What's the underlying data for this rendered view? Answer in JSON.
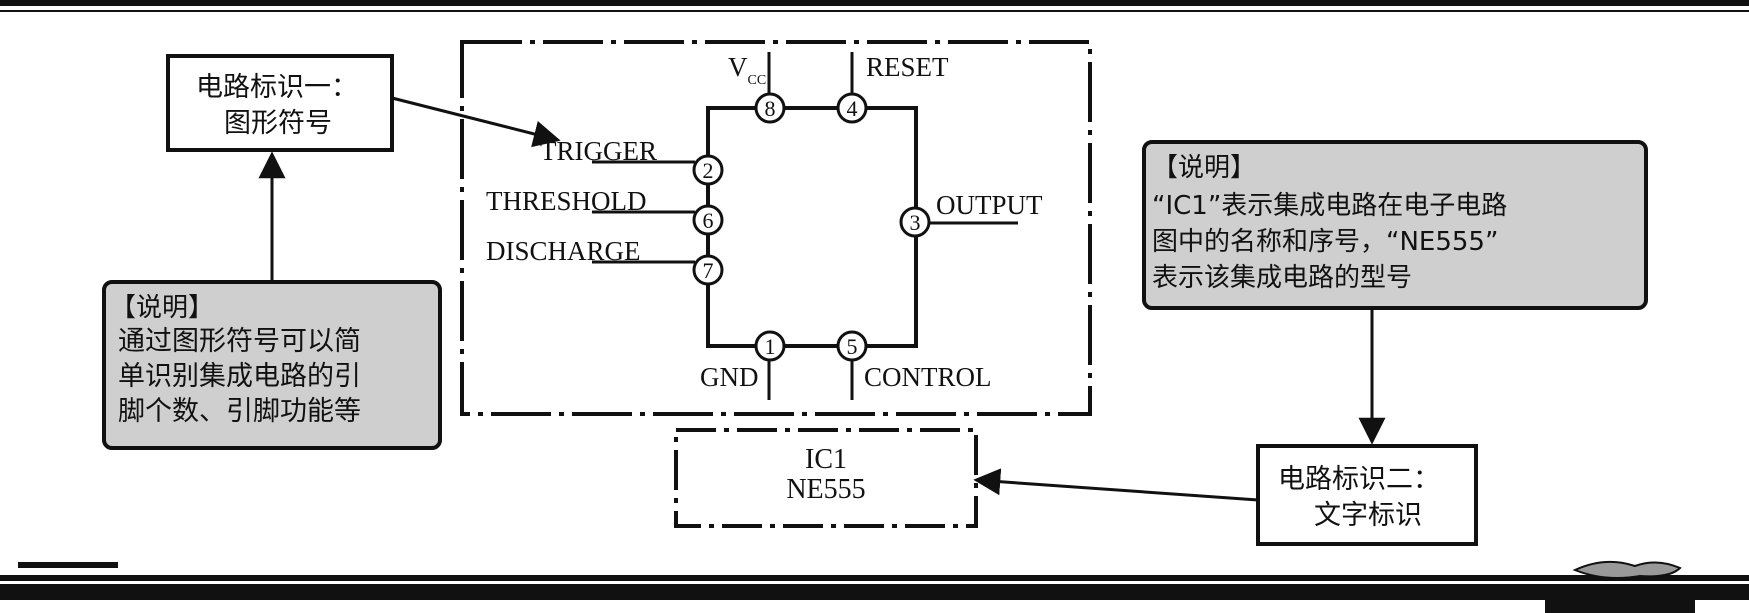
{
  "chip": {
    "pins": [
      {
        "num": "8",
        "name": "V",
        "sub": "CC"
      },
      {
        "num": "4",
        "name": "RESET"
      },
      {
        "num": "2",
        "name": "TRIGGER"
      },
      {
        "num": "6",
        "name": "THRESHOLD"
      },
      {
        "num": "7",
        "name": "DISCHARGE"
      },
      {
        "num": "3",
        "name": "OUTPUT"
      },
      {
        "num": "1",
        "name": "GND"
      },
      {
        "num": "5",
        "name": "CONTROL"
      }
    ]
  },
  "ident_text": {
    "line1": "IC1",
    "line2": "NE555"
  },
  "label_symbol": {
    "line1": "电路标识一：",
    "line2": "图形符号"
  },
  "note_left": {
    "title": "【说明】",
    "lines": [
      "通过图形符号可以简",
      "单识别集成电路的引",
      "脚个数、引脚功能等"
    ]
  },
  "note_right": {
    "title": "【说明】",
    "lines": [
      "“IC1”表示集成电路在电子电路",
      "图中的名称和序号，“NE555”",
      "表示该集成电路的型号"
    ]
  },
  "label_text": {
    "line1": "电路标识二：",
    "line2": "文字标识"
  },
  "colors": {
    "note_fill": "#cfcfcf",
    "ink": "#111111",
    "background": "#ffffff"
  }
}
